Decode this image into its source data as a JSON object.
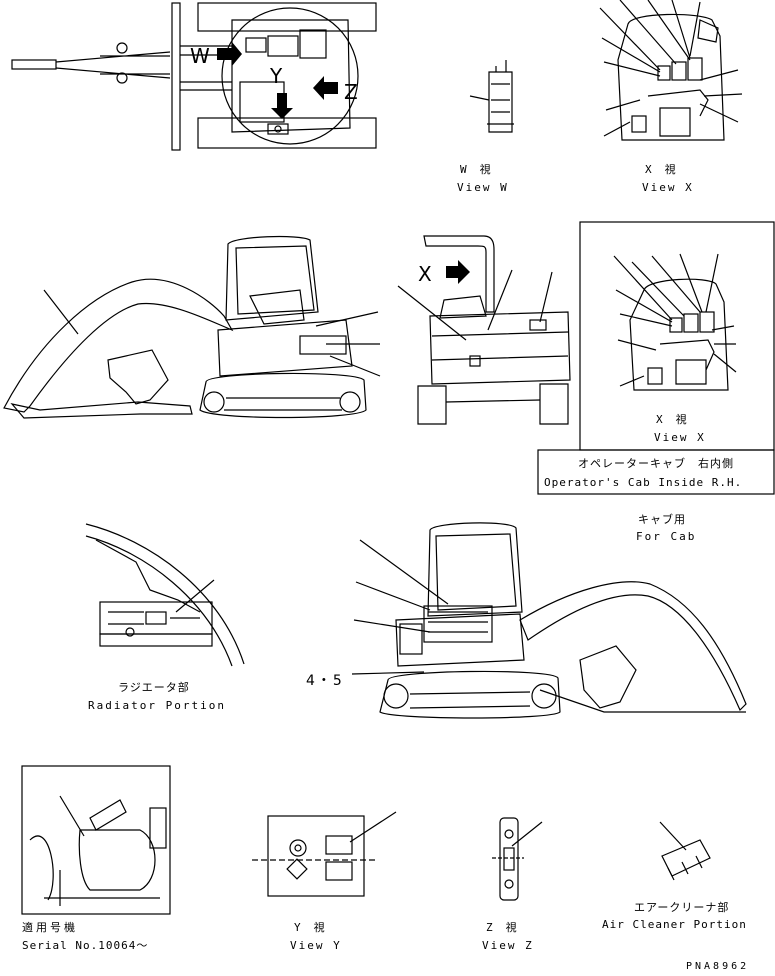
{
  "arrow_labels": {
    "w": "W",
    "y": "Y",
    "z": "Z",
    "x": "X"
  },
  "views": {
    "view_w": {
      "jp": "W　視",
      "en": "View W"
    },
    "view_x_top": {
      "jp": "X　視",
      "en": "View X"
    },
    "view_x_box": {
      "jp": "X　視",
      "en": "View X"
    },
    "view_y": {
      "jp": "Y　視",
      "en": "View Y"
    },
    "view_z": {
      "jp": "Z　視",
      "en": "View Z"
    }
  },
  "operator_cab": {
    "jp": "オペレーターキャブ　右内側",
    "en": "Operator's Cab Inside R.H."
  },
  "for_cab": {
    "jp": "キャブ用",
    "en": "For Cab"
  },
  "radiator": {
    "jp": "ラジエータ部",
    "en": "Radiator Portion"
  },
  "serial": {
    "jp": "適用号機",
    "en": "Serial No.10064～"
  },
  "air_cleaner": {
    "jp": "エアークリーナ部",
    "en": "Air Cleaner Portion"
  },
  "callout_45": "4・5",
  "drawing_code": "PNA8962"
}
